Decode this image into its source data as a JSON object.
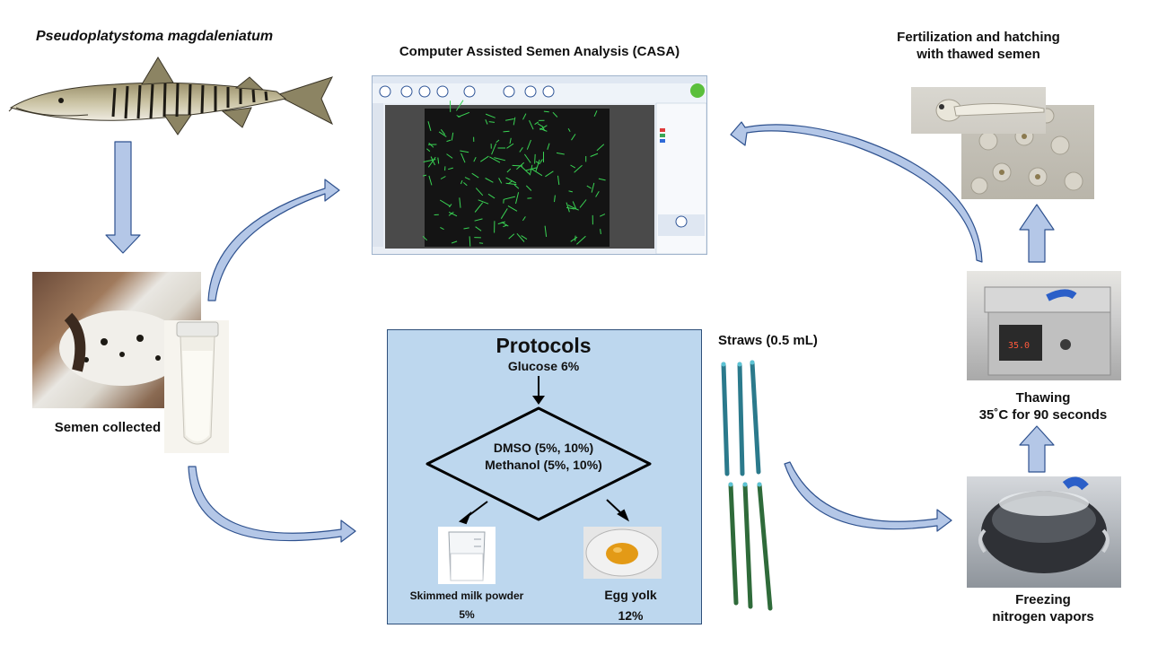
{
  "labels": {
    "species": "Pseudoplatystoma magdaleniatum",
    "casa_title": "Computer Assisted Semen Analysis (CASA)",
    "fertilization_line1": "Fertilization  and hatching",
    "fertilization_line2": "with thawed semen",
    "semen_collected": "Semen collected",
    "straws": "Straws (0.5 mL)",
    "thawing_line1": "Thawing",
    "thawing_line2": "35˚C for 90 seconds",
    "freezing_line1": "Freezing",
    "freezing_line2": "nitrogen vapors"
  },
  "protocols": {
    "title": "Protocols",
    "base": "Glucose 6%",
    "cryo_line1": "DMSO (5%, 10%)",
    "cryo_line2": "Methanol (5%, 10%)",
    "extender1_name": "Skimmed milk powder",
    "extender1_value": "5%",
    "extender2_name": "Egg yolk",
    "extender2_value": "12%"
  },
  "colors": {
    "arrow_fill": "#b4c7e7",
    "arrow_stroke": "#2f528f",
    "protocol_box": "#bdd7ee",
    "track_green": "#39d353",
    "straw_blue": "#2b7a8c",
    "straw_green": "#2f6b3a"
  }
}
